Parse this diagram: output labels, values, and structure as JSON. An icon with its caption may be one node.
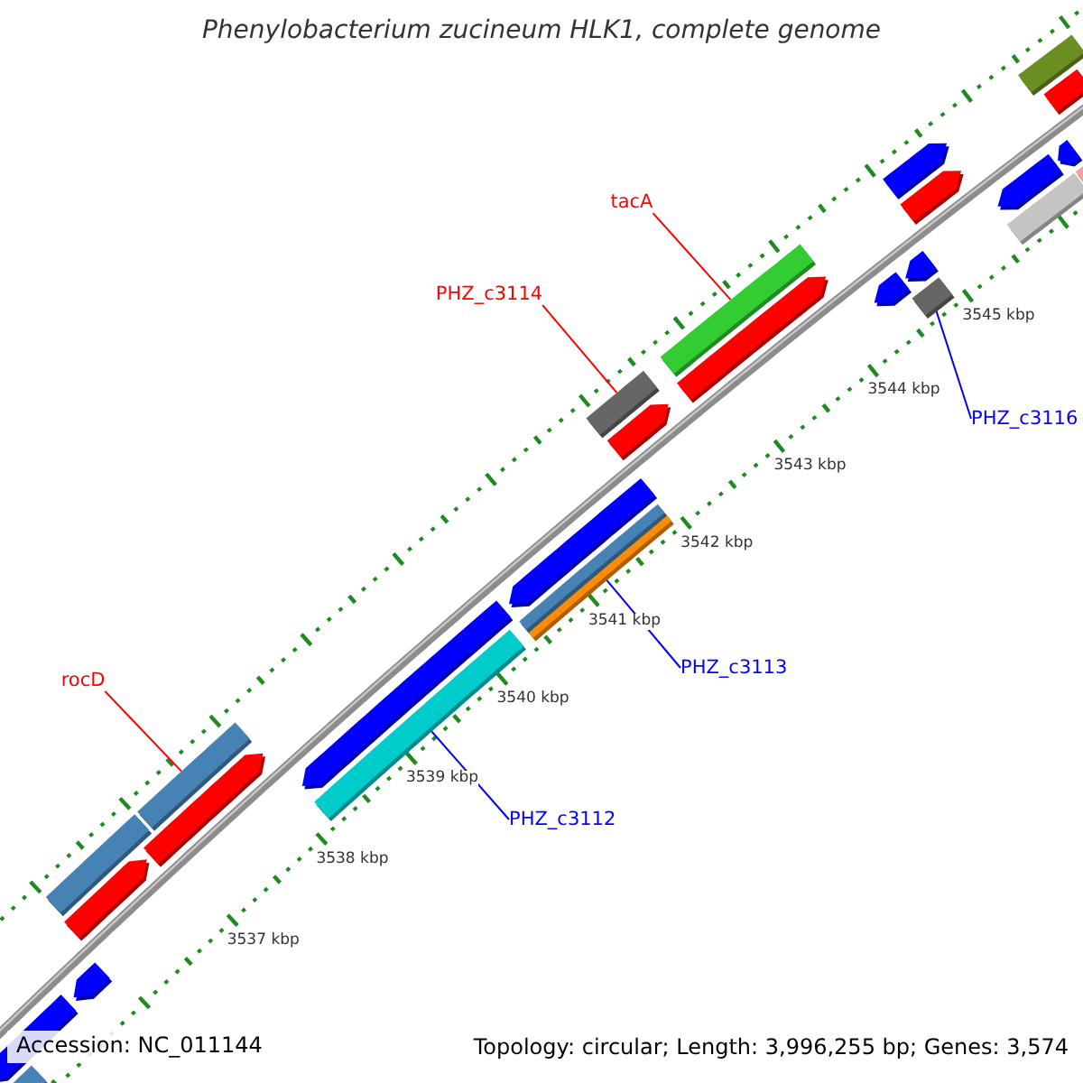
{
  "diagram": {
    "title": "Phenylobacterium zucineum HLK1, complete genome",
    "nodes": [
      {
        "text": [
          "tacA"
        ]
      },
      {
        "text": [],
        "shape": "bar"
      },
      {
        "text": [
          "PHZ_c3114"
        ]
      },
      {
        "text": [],
        "shape": "bar"
      },
      {
        "text": [
          "PHZ_c3116"
        ]
      },
      {
        "text": [],
        "shape": "bar"
      },
      {
        "text": [
          "PHZ_c3113"
        ]
      },
      {
        "text": [],
        "shape": "bar"
      },
      {
        "text": [
          "PHZ_c3112"
        ]
      },
      {
        "text": [],
        "shape": "bar"
      },
      {
        "text": [
          "rocD"
        ]
      },
      {
        "text": [],
        "shape": "bar"
      },
      {
        "text": [],
        "shape": "bar"
      },
      {
        "text": [],
        "shape": "bar"
      },
      {
        "text": [],
        "shape": "bar"
      },
      {
        "text": [],
        "shape": "bar"
      },
      {
        "text": [],
        "shape": "bar"
      },
      {
        "text": [],
        "shape": "bar"
      },
      {
        "text": [],
        "shape": "bar"
      },
      {
        "text": [],
        "shape": "bar"
      },
      {
        "text": [],
        "shape": "bar"
      },
      {
        "text": [],
        "shape": "bar"
      },
      {
        "text": [],
        "shape": "bar"
      },
      {
        "text": [],
        "shape": "bar"
      },
      {
        "text": [],
        "shape": "bar"
      },
      {
        "text": [],
        "shape": "bar"
      },
      {
        "text": [],
        "shape": "bar"
      },
      {
        "text": [],
        "shape": "bar"
      },
      {
        "text": [],
        "shape": "bar"
      },
      {
        "text": [],
        "shape": "bar"
      },
      {
        "text": [],
        "shape": "bar"
      },
      {
        "text": [],
        "shape": "bar"
      },
      {
        "text": [],
        "shape": "bar"
      }
    ],
    "edges": [
      {
        "from": 0,
        "to": 1,
        "arrow": "none",
        "color": "#ff0000"
      },
      {
        "from": 2,
        "to": 3,
        "arrow": "none",
        "color": "#ff0000"
      },
      {
        "from": 4,
        "to": 5,
        "arrow": "none",
        "color": "#0000ff"
      },
      {
        "from": 6,
        "to": 7,
        "arrow": "none",
        "color": "#0000ff"
      },
      {
        "from": 8,
        "to": 9,
        "arrow": "none",
        "color": "#0000ff"
      },
      {
        "from": 10,
        "to": 11,
        "arrow": "none",
        "color": "#ff0000"
      }
    ],
    "labels": [
      "3545 kbp",
      "3544 kbp",
      "3543 kbp",
      "3542 kbp",
      "3541 kbp",
      "3540 kbp",
      "3539 kbp",
      "3538 kbp",
      "3537 kbp",
      "Accession: NC_011144",
      "Topology: circular; Length: 3,996,255 bp; Genes: 3,574"
    ]
  }
}
